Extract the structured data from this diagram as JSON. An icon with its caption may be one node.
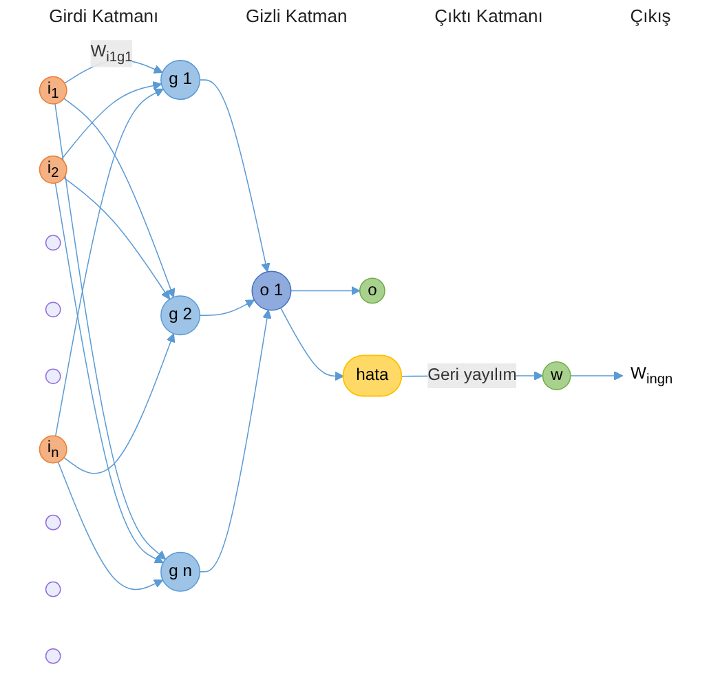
{
  "diagram": {
    "nodes": [
      {
        "text": [
          "i$_{1}$"
        ]
      },
      {
        "text": [
          "i$_{2}$"
        ]
      },
      {
        "text": [],
        "shape": "circle"
      },
      {
        "text": [],
        "shape": "circle"
      },
      {
        "text": [],
        "shape": "circle"
      },
      {
        "text": [
          "i$_{n}$"
        ]
      },
      {
        "text": [
          "g 1"
        ]
      },
      {
        "text": [
          "g 2"
        ]
      },
      {
        "text": [],
        "shape": "circle"
      },
      {
        "text": [],
        "shape": "circle"
      },
      {
        "text": [],
        "shape": "circle"
      },
      {
        "text": [
          "g n"
        ]
      },
      {
        "text": [
          "o 1"
        ]
      },
      {
        "text": [
          "o"
        ]
      },
      {
        "text": [
          "hata"
        ]
      },
      {
        "text": [
          "w"
        ]
      },
      {
        "text": [
          "W$_{ingn}$"
        ]
      }
    ],
    "edges": [
      {
        "from": 0,
        "to": 6,
        "arrow": "to",
        "label": "W$_{i1g1}$"
      },
      {
        "from": 0,
        "to": 7,
        "arrow": "to"
      },
      {
        "from": 0,
        "to": 11,
        "arrow": "to"
      },
      {
        "from": 1,
        "to": 6,
        "arrow": "to"
      },
      {
        "from": 1,
        "to": 7,
        "arrow": "to"
      },
      {
        "from": 1,
        "to": 11,
        "arrow": "to"
      },
      {
        "from": 5,
        "to": 6,
        "arrow": "to"
      },
      {
        "from": 5,
        "to": 7,
        "arrow": "to"
      },
      {
        "from": 5,
        "to": 11,
        "arrow": "to"
      },
      {
        "from": 6,
        "to": 12,
        "arrow": "to"
      },
      {
        "from": 7,
        "to": 12,
        "arrow": "to"
      },
      {
        "from": 11,
        "to": 12,
        "arrow": "to"
      },
      {
        "from": 12,
        "to": 13,
        "arrow": "to"
      },
      {
        "from": 12,
        "to": 14,
        "arrow": "to"
      },
      {
        "from": 14,
        "to": 15,
        "arrow": "to",
        "label": "Geri yayılım"
      },
      {
        "from": 15,
        "to": 16,
        "arrow": "to"
      }
    ],
    "labels": [
      "Girdi Katmanı",
      "Gizli Katman",
      "Çıktı Katmanı",
      "Çıkış"
    ]
  }
}
